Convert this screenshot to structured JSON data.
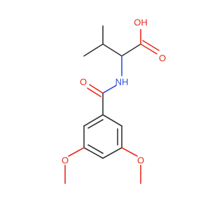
{
  "molecule": {
    "atoms": {
      "oh": "OH",
      "carbonyl_o_acid": "O",
      "nh": "NH",
      "carbonyl_o_amide": "O",
      "methoxy_o_left": "O",
      "methoxy_o_right": "O"
    },
    "colors": {
      "carbon_bond": "#333333",
      "oxygen": "#e8291c",
      "nitrogen": "#3050d8",
      "background": "#ffffff"
    }
  }
}
